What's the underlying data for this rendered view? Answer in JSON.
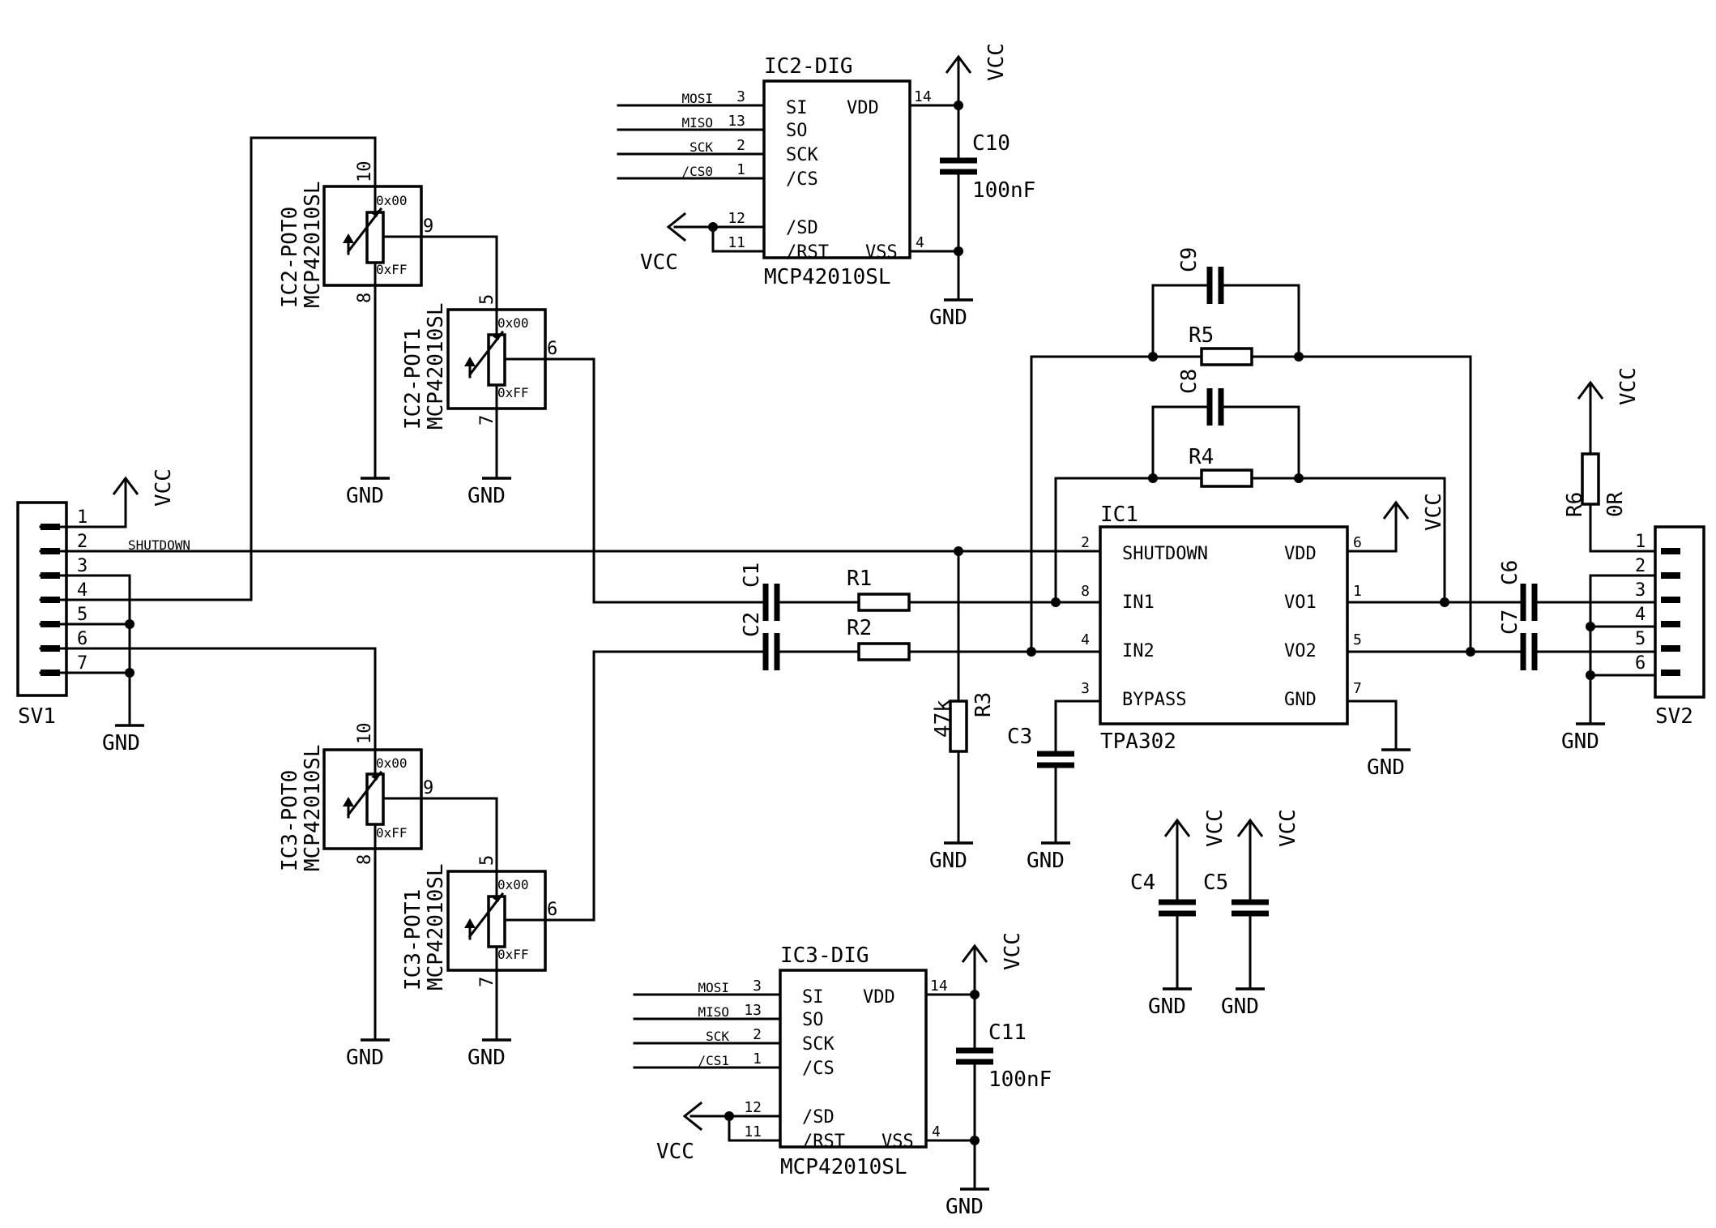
{
  "diagram": {
    "sv1": {
      "name": "SV1",
      "pins": [
        "1",
        "2",
        "3",
        "4",
        "5",
        "6",
        "7"
      ],
      "shutdown_label": "SHUTDOWN"
    },
    "sv2": {
      "name": "SV2",
      "pins": [
        "1",
        "2",
        "3",
        "4",
        "5",
        "6"
      ]
    },
    "ic2_pot0": {
      "name": "IC2-POT0",
      "part": "MCP42010SL",
      "pin_a": "10",
      "pin_b": "8",
      "pin_w": "9",
      "top": "0x00",
      "bottom": "0xFF"
    },
    "ic2_pot1": {
      "name": "IC2-POT1",
      "part": "MCP42010SL",
      "pin_a": "5",
      "pin_b": "7",
      "pin_w": "6",
      "top": "0x00",
      "bottom": "0xFF"
    },
    "ic3_pot0": {
      "name": "IC3-POT0",
      "part": "MCP42010SL",
      "pin_a": "10",
      "pin_b": "8",
      "pin_w": "9",
      "top": "0x00",
      "bottom": "0xFF"
    },
    "ic3_pot1": {
      "name": "IC3-POT1",
      "part": "MCP42010SL",
      "pin_a": "5",
      "pin_b": "7",
      "pin_w": "6",
      "top": "0x00",
      "bottom": "0xFF"
    },
    "ic2_dig": {
      "name": "IC2-DIG",
      "part": "MCP42010SL",
      "pins": [
        "SI",
        "SO",
        "SCK",
        "/CS",
        "/SD",
        "/RST"
      ],
      "pin_numbers": [
        "3",
        "13",
        "2",
        "1",
        "12",
        "11"
      ],
      "vdd": "VDD",
      "vdd_pin": "14",
      "vss": "VSS",
      "vss_pin": "4",
      "nets": [
        "MOSI",
        "MISO",
        "SCK",
        "/CS0"
      ]
    },
    "ic3_dig": {
      "name": "IC3-DIG",
      "part": "MCP42010SL",
      "pins": [
        "SI",
        "SO",
        "SCK",
        "/CS",
        "/SD",
        "/RST"
      ],
      "pin_numbers": [
        "3",
        "13",
        "2",
        "1",
        "12",
        "11"
      ],
      "vdd": "VDD",
      "vdd_pin": "14",
      "vss": "VSS",
      "vss_pin": "4",
      "nets": [
        "MOSI",
        "MISO",
        "SCK",
        "/CS1"
      ]
    },
    "ic1": {
      "name": "IC1",
      "part": "TPA302",
      "left_pins": [
        "SHUTDOWN",
        "IN1",
        "IN2",
        "BYPASS"
      ],
      "left_numbers": [
        "2",
        "8",
        "4",
        "3"
      ],
      "right_pins": [
        "VDD",
        "VO1",
        "VO2",
        "GND"
      ],
      "right_numbers": [
        "6",
        "1",
        "5",
        "7"
      ]
    },
    "passives": {
      "c1": "C1",
      "c2": "C2",
      "c3": "C3",
      "c4": "C4",
      "c5": "C5",
      "c6": "C6",
      "c7": "C7",
      "c8": "C8",
      "c9": "C9",
      "c10": "C10",
      "c10_value": "100nF",
      "c11": "C11",
      "c11_value": "100nF",
      "r1": "R1",
      "r2": "R2",
      "r3": "R3",
      "r3_value": "47k",
      "r4": "R4",
      "r5": "R5",
      "r6": "R6",
      "r6_value": "0R"
    },
    "supply": {
      "vcc": "VCC",
      "gnd": "GND"
    }
  }
}
